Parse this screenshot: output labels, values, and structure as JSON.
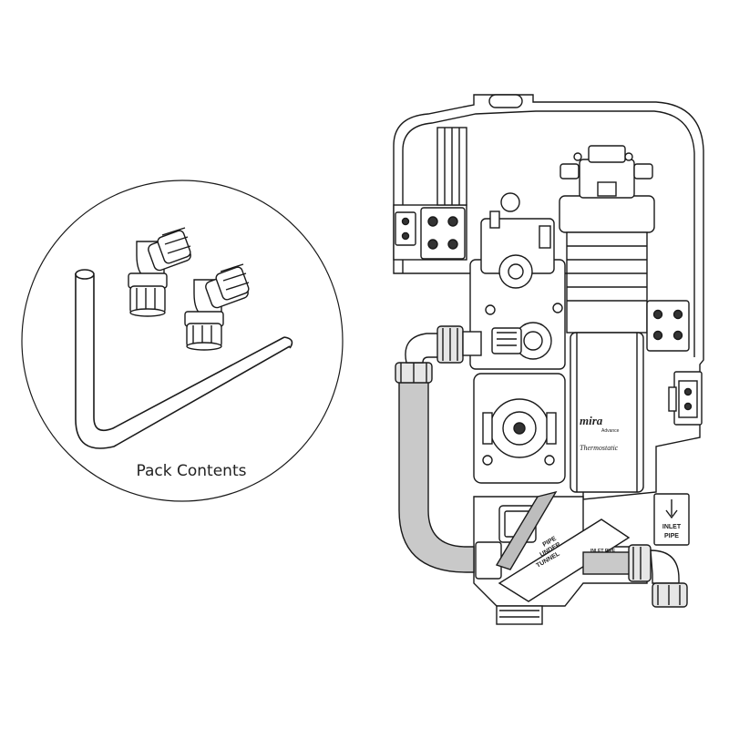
{
  "pack": {
    "label": "Pack Contents"
  },
  "heater": {
    "brand_small": "mira",
    "brand_sub": "Advance",
    "model_script": "Thermostatic",
    "pipe_tunnel_label": [
      "PIPE",
      "UNDER",
      "TUNNEL"
    ],
    "inlet_label": [
      "INLET",
      "PIPE"
    ],
    "inlet_tiny": "INLET PIPE"
  },
  "colors": {
    "line": "#1a1a1a",
    "pipe_fill": "#c9c9c9",
    "fitting_fill": "#e6e6e6"
  }
}
